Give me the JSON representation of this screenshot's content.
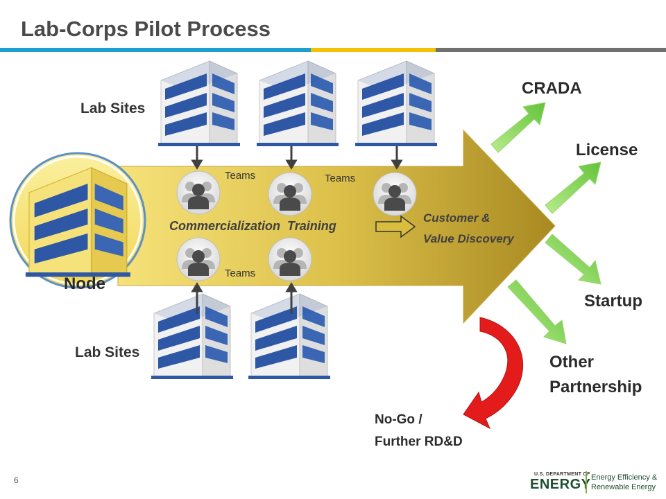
{
  "title": "Lab-Corps Pilot Process",
  "page_number": "6",
  "lab_sites_top": "Lab Sites",
  "lab_sites_bottom": "Lab Sites",
  "node_label": "Node",
  "teams_labels": [
    "Teams",
    "Teams",
    "Teams"
  ],
  "training_label": "Commercialization  Training",
  "customer_discovery": [
    "Customer &",
    "Value Discovery"
  ],
  "outcomes": {
    "crada": "CRADA",
    "license": "License",
    "startup": "Startup",
    "other": [
      "Other",
      "Partnership"
    ]
  },
  "nogo": [
    "No-Go /",
    "Further RD&D"
  ],
  "logo": {
    "us_dept": "U.S. DEPARTMENT OF",
    "energy": "ENERGY",
    "eere": [
      "Energy Efficiency &",
      "Renewable Energy"
    ]
  },
  "colors": {
    "rule_blue": "#1f9fd0",
    "rule_yellow": "#f2c200",
    "rule_gray": "#707070",
    "arrow_gold": "#b79a2c",
    "arrow_light": "#f3df72",
    "green_arrow": "#7ed04c",
    "red_arrow": "#e41b1b",
    "building_blue": "#2e58a6"
  }
}
